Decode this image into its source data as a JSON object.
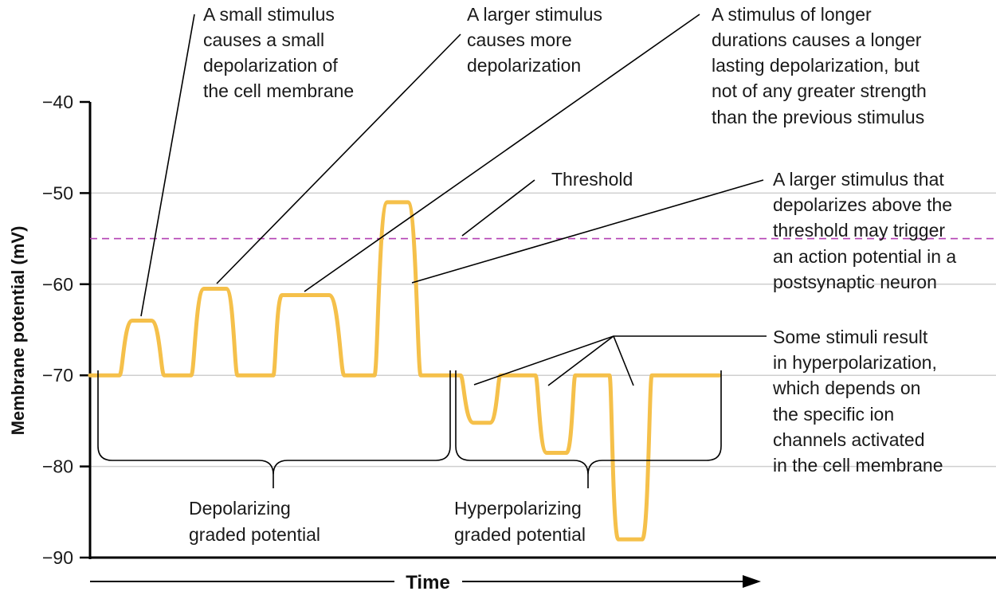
{
  "chart_data": {
    "type": "line",
    "ylabel": "Membrane potential (mV)",
    "xlabel": "Time",
    "ylim": [
      -90,
      -40
    ],
    "yticks": [
      "-40",
      "-50",
      "-60",
      "-70",
      "-80",
      "-90"
    ],
    "grid": true,
    "threshold": {
      "value": -55,
      "label": "Threshold"
    },
    "resting_potential": -70,
    "stimuli": [
      {
        "peak": -64
      },
      {
        "peak": -60.5
      },
      {
        "peak": -61.2
      },
      {
        "peak": -51
      },
      {
        "peak": -75.2
      },
      {
        "peak": -78.5
      },
      {
        "peak": -88
      }
    ],
    "brace_labels": {
      "depolarizing": [
        "Depolarizing",
        "graded potential"
      ],
      "hyperpolarizing": [
        "Hyperpolarizing",
        "graded potential"
      ]
    }
  },
  "annotations": {
    "small_stimulus": [
      "A small stimulus",
      "causes a small",
      "depolarization of",
      "the cell membrane"
    ],
    "larger_stimulus": [
      "A larger stimulus",
      "causes more",
      "depolarization"
    ],
    "longer_duration": [
      "A stimulus of longer",
      "durations causes a longer",
      "lasting depolarization, but",
      "not of any greater strength",
      "than the previous stimulus"
    ],
    "above_threshold": [
      "A larger stimulus that",
      "depolarizes above the",
      "threshold may trigger",
      "an action potential in a",
      "postsynaptic neuron"
    ],
    "hyperpolarization": [
      "Some stimuli result",
      "in hyperpolarization,",
      "which depends on",
      "the specific ion",
      "channels activated",
      "in the cell membrane"
    ]
  },
  "colors": {
    "trace": "#f5c04a",
    "threshold": "#b23fb2",
    "grid": "#cfcfcf"
  }
}
